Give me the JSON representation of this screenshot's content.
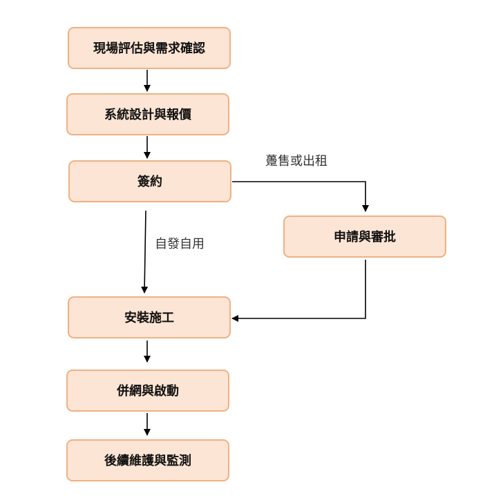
{
  "nodes": {
    "site_assessment": "現場評估與需求確認",
    "system_design": "系統設計與報價",
    "contract": "簽約",
    "application": "申請與審批",
    "installation": "安裝施工",
    "grid_connection": "併網與啟動",
    "maintenance": "後續維護與監測"
  },
  "edge_labels": {
    "sell_or_lease": "躉售或出租",
    "self_use": "自發自用"
  },
  "colors": {
    "node_fill": "#fce5d4",
    "node_border": "#f0b083",
    "arrow": "#000000"
  }
}
